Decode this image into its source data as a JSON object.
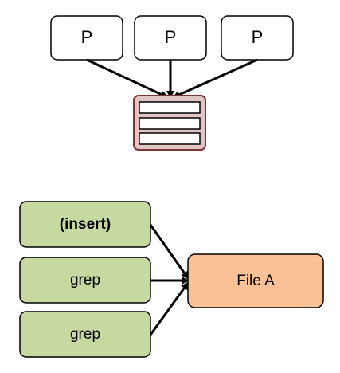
{
  "top_diagram": {
    "producers": [
      {
        "label": "P"
      },
      {
        "label": "P"
      },
      {
        "label": "P"
      }
    ],
    "queue": {
      "slot_count": 3,
      "fill_color": "#e3c4c4",
      "border_color": "#7a3535"
    }
  },
  "bottom_diagram": {
    "processes": [
      {
        "label": "(insert)",
        "bold": true
      },
      {
        "label": "grep",
        "bold": false
      },
      {
        "label": "grep",
        "bold": false
      }
    ],
    "process_fill_color": "#c6d9a0",
    "target": {
      "label": "File A",
      "fill_color": "#f9c195"
    }
  },
  "colors": {
    "stroke": "#000000",
    "box_fill": "#ffffff"
  }
}
